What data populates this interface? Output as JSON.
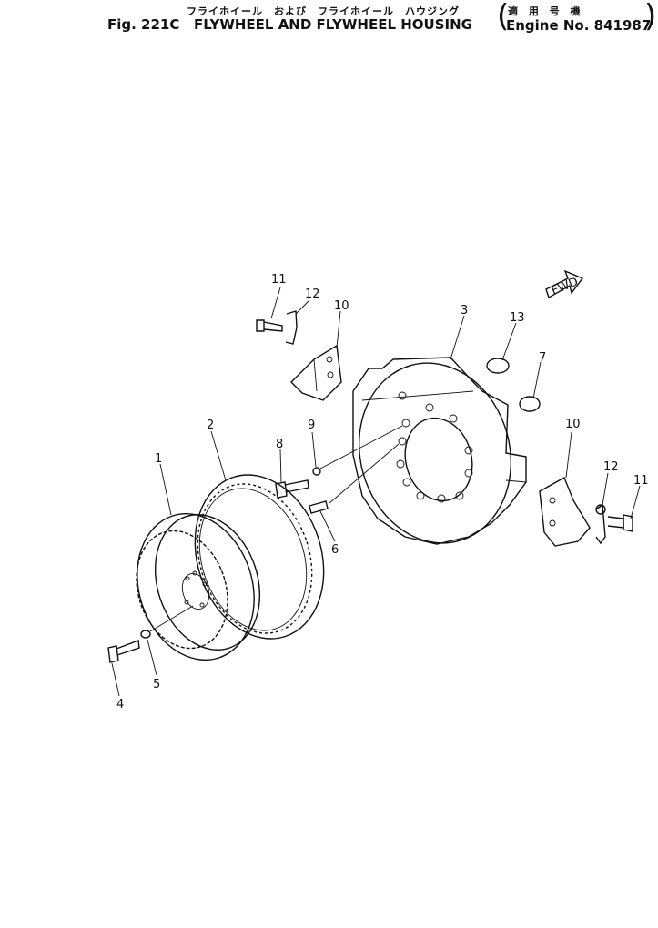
{
  "header": {
    "jp_title": "フライホイール　および　フライホイール　ハウジング",
    "fig_label": "Fig. 221C",
    "title": "FLYWHEEL AND FLYWHEEL HOUSING",
    "jp_applicable": "適 用 号 機",
    "engine_no": "Engine No. 841987"
  },
  "fwd_arrow": {
    "label": "FWD"
  },
  "callouts": [
    {
      "id": "c1",
      "label": "1"
    },
    {
      "id": "c2",
      "label": "2"
    },
    {
      "id": "c3",
      "label": "3"
    },
    {
      "id": "c4",
      "label": "4"
    },
    {
      "id": "c5",
      "label": "5"
    },
    {
      "id": "c6",
      "label": "6"
    },
    {
      "id": "c7",
      "label": "7"
    },
    {
      "id": "c8",
      "label": "8"
    },
    {
      "id": "c9",
      "label": "9"
    },
    {
      "id": "c10a",
      "label": "10"
    },
    {
      "id": "c10b",
      "label": "10"
    },
    {
      "id": "c11a",
      "label": "11"
    },
    {
      "id": "c11b",
      "label": "11"
    },
    {
      "id": "c12a",
      "label": "12"
    },
    {
      "id": "c12b",
      "label": "12"
    },
    {
      "id": "c13",
      "label": "13"
    }
  ]
}
